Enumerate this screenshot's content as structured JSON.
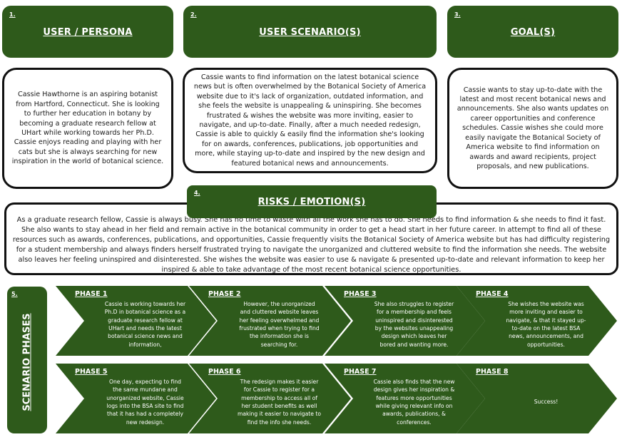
{
  "sections": {
    "persona": {
      "number": "1.",
      "title": "USER / PERSONA",
      "text": "Cassie Hawthorne is an aspiring botanist from Hartford, Connecticut. She is looking to further her education in botany by becoming a graduate research fellow at UHart while working towards her Ph.D. Cassie enjoys reading and playing with her cats but she is always searching for new inspiration in the world of botanical science."
    },
    "scenario": {
      "number": "2.",
      "title": "USER SCENARIO(S)",
      "text": "Cassie wants to find information on the latest botanical science news but is often overwhelmed by the Botanical Society of America website due to it's lack of organization, outdated information, and she feels the website is unappealing & uninspiring. She becomes frustrated & wishes the website was more inviting, easier to navigate, and up-to-date. Finally, after a much needed redesign, Cassie is able to quickly & easily find the information she's looking for on awards, conferences, publications, job opportunities and more, while staying up-to-date and inspired by the new design and featured botanical news and announcements."
    },
    "goals": {
      "number": "3.",
      "title": "GOAL(S)",
      "text": "Cassie wants to stay up-to-date with the latest and most recent botanical news and announcements. She also wants updates on career opportunities and conference schedules. Cassie wishes she could more easily navigate the Botanical Society of America website to find information on awards and award recipients, project proposals, and new publications."
    },
    "risks": {
      "number": "4.",
      "title": "RISKS / EMOTION(S)",
      "text": "As a graduate research fellow, Cassie is always busy. She has no time to waste with all the work she has to do. She needs to find information & she needs to find it fast. She also wants to stay ahead in her field and remain active in the botanical community in order to get a head start in her future career. In attempt to find all of these resources such as awards, conferences, publications, and opportunities, Cassie frequently visits the Botanical Society of America website but has had difficulty registering for a student membership and always finders herself frustrated trying to navigate the unorganized and cluttered website to find the information she needs. The website also leaves her feeling uninspired and disinterested. She wishes the website was easier to use & navigate & presented up-to-date and relevant information to keep her inspired & able to take advantage of the most recent botanical science opportunities."
    }
  },
  "scenario_phases": {
    "number": "5.",
    "title": "SCENARIO PHASES",
    "phases": [
      {
        "label": "PHASE 1",
        "text": "Cassie is working towards her Ph.D in botanical science as a graduate research fellow at UHart and needs the latest botanical science news and information,"
      },
      {
        "label": "PHASE 2",
        "text": "However, the unorganized and cluttered website leaves her feeling overwhelmed and frustrated when trying to find the information she is searching for."
      },
      {
        "label": "PHASE 3",
        "text": "She also struggles to register for a membership and feels uninspired and disinterested by the websites unappealing design which leaves her bored and wanting more."
      },
      {
        "label": "PHASE 4",
        "text": "She wishes the website was more inviting and easier to navigate, & that it stayed up-to-date on the latest BSA news, announcements, and opportunities."
      },
      {
        "label": "PHASE 5",
        "text": "One day, expecting to find the same mundane and unorganized website, Cassie logs into the BSA site to find that it has had a completely new redesign."
      },
      {
        "label": "PHASE 6",
        "text": "The redesign makes it easier for Cassie to register for a membership to access all of her student benefits as well making it easier to navigate to find the info she needs."
      },
      {
        "label": "PHASE 7",
        "text": "Cassie also finds that the new design gives her inspiration & features more opportunities while giving relevant info on awards, publications, & conferences."
      },
      {
        "label": "PHASE 8",
        "text": "Success!"
      }
    ]
  },
  "colors": {
    "accent": "#2e5a1b",
    "border": "#111111",
    "background": "#ffffff"
  }
}
